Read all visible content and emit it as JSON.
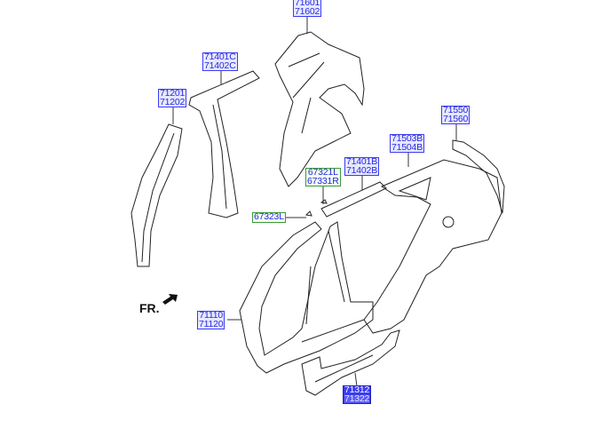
{
  "labels": {
    "l71601": [
      "71601",
      "71602"
    ],
    "l71401c": [
      "71401C",
      "71402C"
    ],
    "l71201": [
      "71201",
      "71202"
    ],
    "l71550": [
      "71550",
      "71560"
    ],
    "l71503b": [
      "71503B",
      "71504B"
    ],
    "l71401b": [
      "71401B",
      "71402B"
    ],
    "l67321": [
      "67321L",
      "67331R"
    ],
    "l67323": [
      "67323L"
    ],
    "l71110": [
      "71110",
      "71120"
    ],
    "l71312": [
      "71312",
      "71322"
    ]
  },
  "front_indicator": "FR.",
  "colors": {
    "label_border": "#3b3bf0",
    "label_text": "#2828e0",
    "clip_border": "#3a9a3a",
    "highlight": "#3b3bf0"
  }
}
